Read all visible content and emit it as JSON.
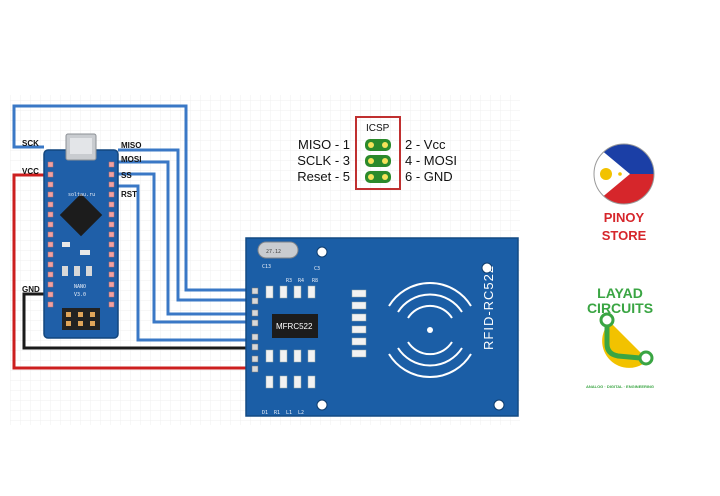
{
  "arduino": {
    "left_pins": [
      "SCK",
      "VCC",
      "GND"
    ],
    "right_pins": [
      "MISO",
      "MOSI",
      "SS",
      "RST"
    ],
    "site": "soltau.ru",
    "model": "NANO",
    "version": "V3.0"
  },
  "icsp": {
    "title": "ICSP",
    "left": [
      "MISO - 1",
      "SCLK - 3",
      "Reset - 5"
    ],
    "right": [
      "2 - Vcc",
      "4 - MOSI",
      "6 - GND"
    ]
  },
  "rfid": {
    "chip": "MFRC522",
    "name": "RFID-RC522",
    "crystal": "27.12",
    "silk_top": [
      "C13",
      "R3",
      "R4",
      "R8",
      "C3"
    ],
    "silk_bottom": [
      "D1",
      "R1",
      "L1",
      "L2"
    ]
  },
  "brands": {
    "pinoy_line1": "PINOY",
    "pinoy_line2": "STORE",
    "layad_line1": "LAYAD",
    "layad_line2": "CIRCUITS",
    "layad_tagline": "ANALOG · DIGITAL · ENGINEERING"
  },
  "colors": {
    "wire_blue": "#3a78c6",
    "wire_red": "#cc1f1f",
    "wire_black": "#1a1a1a",
    "board_blue": "#1f5fa8",
    "rfid_blue": "#1b5ea6",
    "pinoy_red": "#d6262b",
    "layad_green": "#3aa543",
    "layad_yellow": "#f2c200"
  }
}
